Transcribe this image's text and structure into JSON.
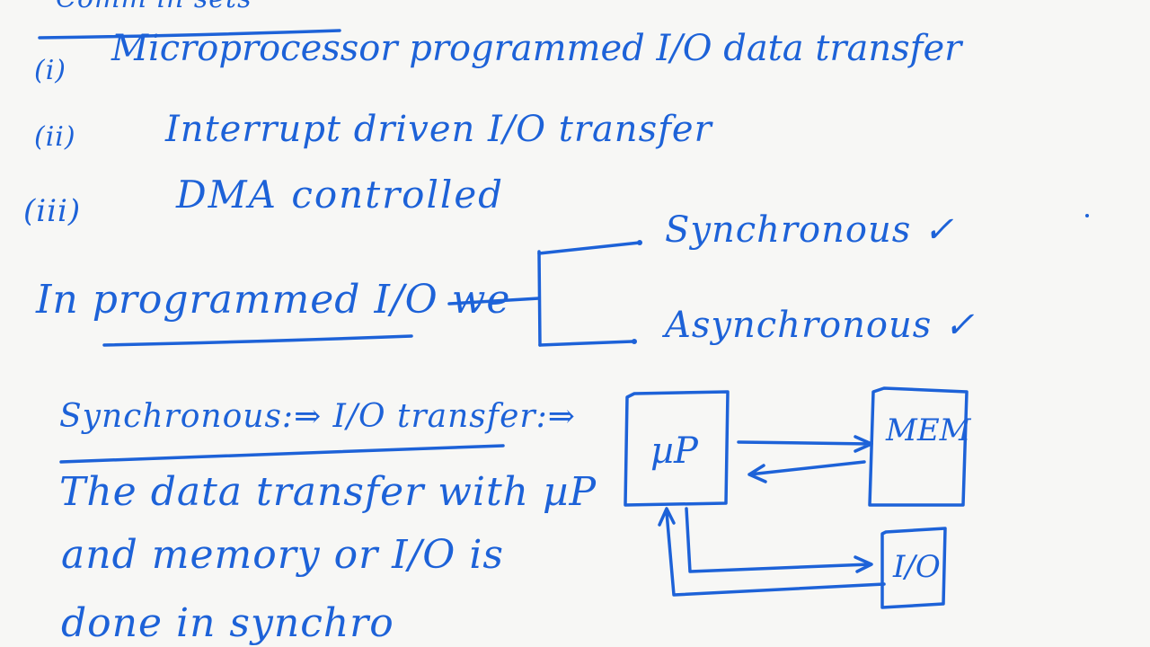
{
  "notes": {
    "header_partial": "Comm in sets",
    "methods": [
      {
        "marker": "(i)",
        "text": "Microprocessor programmed I/O data transfer"
      },
      {
        "marker": "(ii)",
        "text": "Interrupt driven I/O transfer"
      },
      {
        "marker": "(iii)",
        "text": "DMA controlled"
      }
    ],
    "programmed_io_line": "In programmed I/O we",
    "branch_synchronous": "Synchronous ✓",
    "branch_asynchronous": "Asynchronous ✓",
    "sync_heading": "Synchronous:⇒ I/O transfer:⇒",
    "body_lines": [
      "The data transfer with µP",
      "and memory or I/O is",
      "done in synchro"
    ]
  },
  "diagram": {
    "cpu_label": "µP",
    "memory_label": "MEM",
    "io_label": "I/O"
  },
  "colors": {
    "ink": "#1d62d8",
    "paper": "#f7f7f5"
  }
}
